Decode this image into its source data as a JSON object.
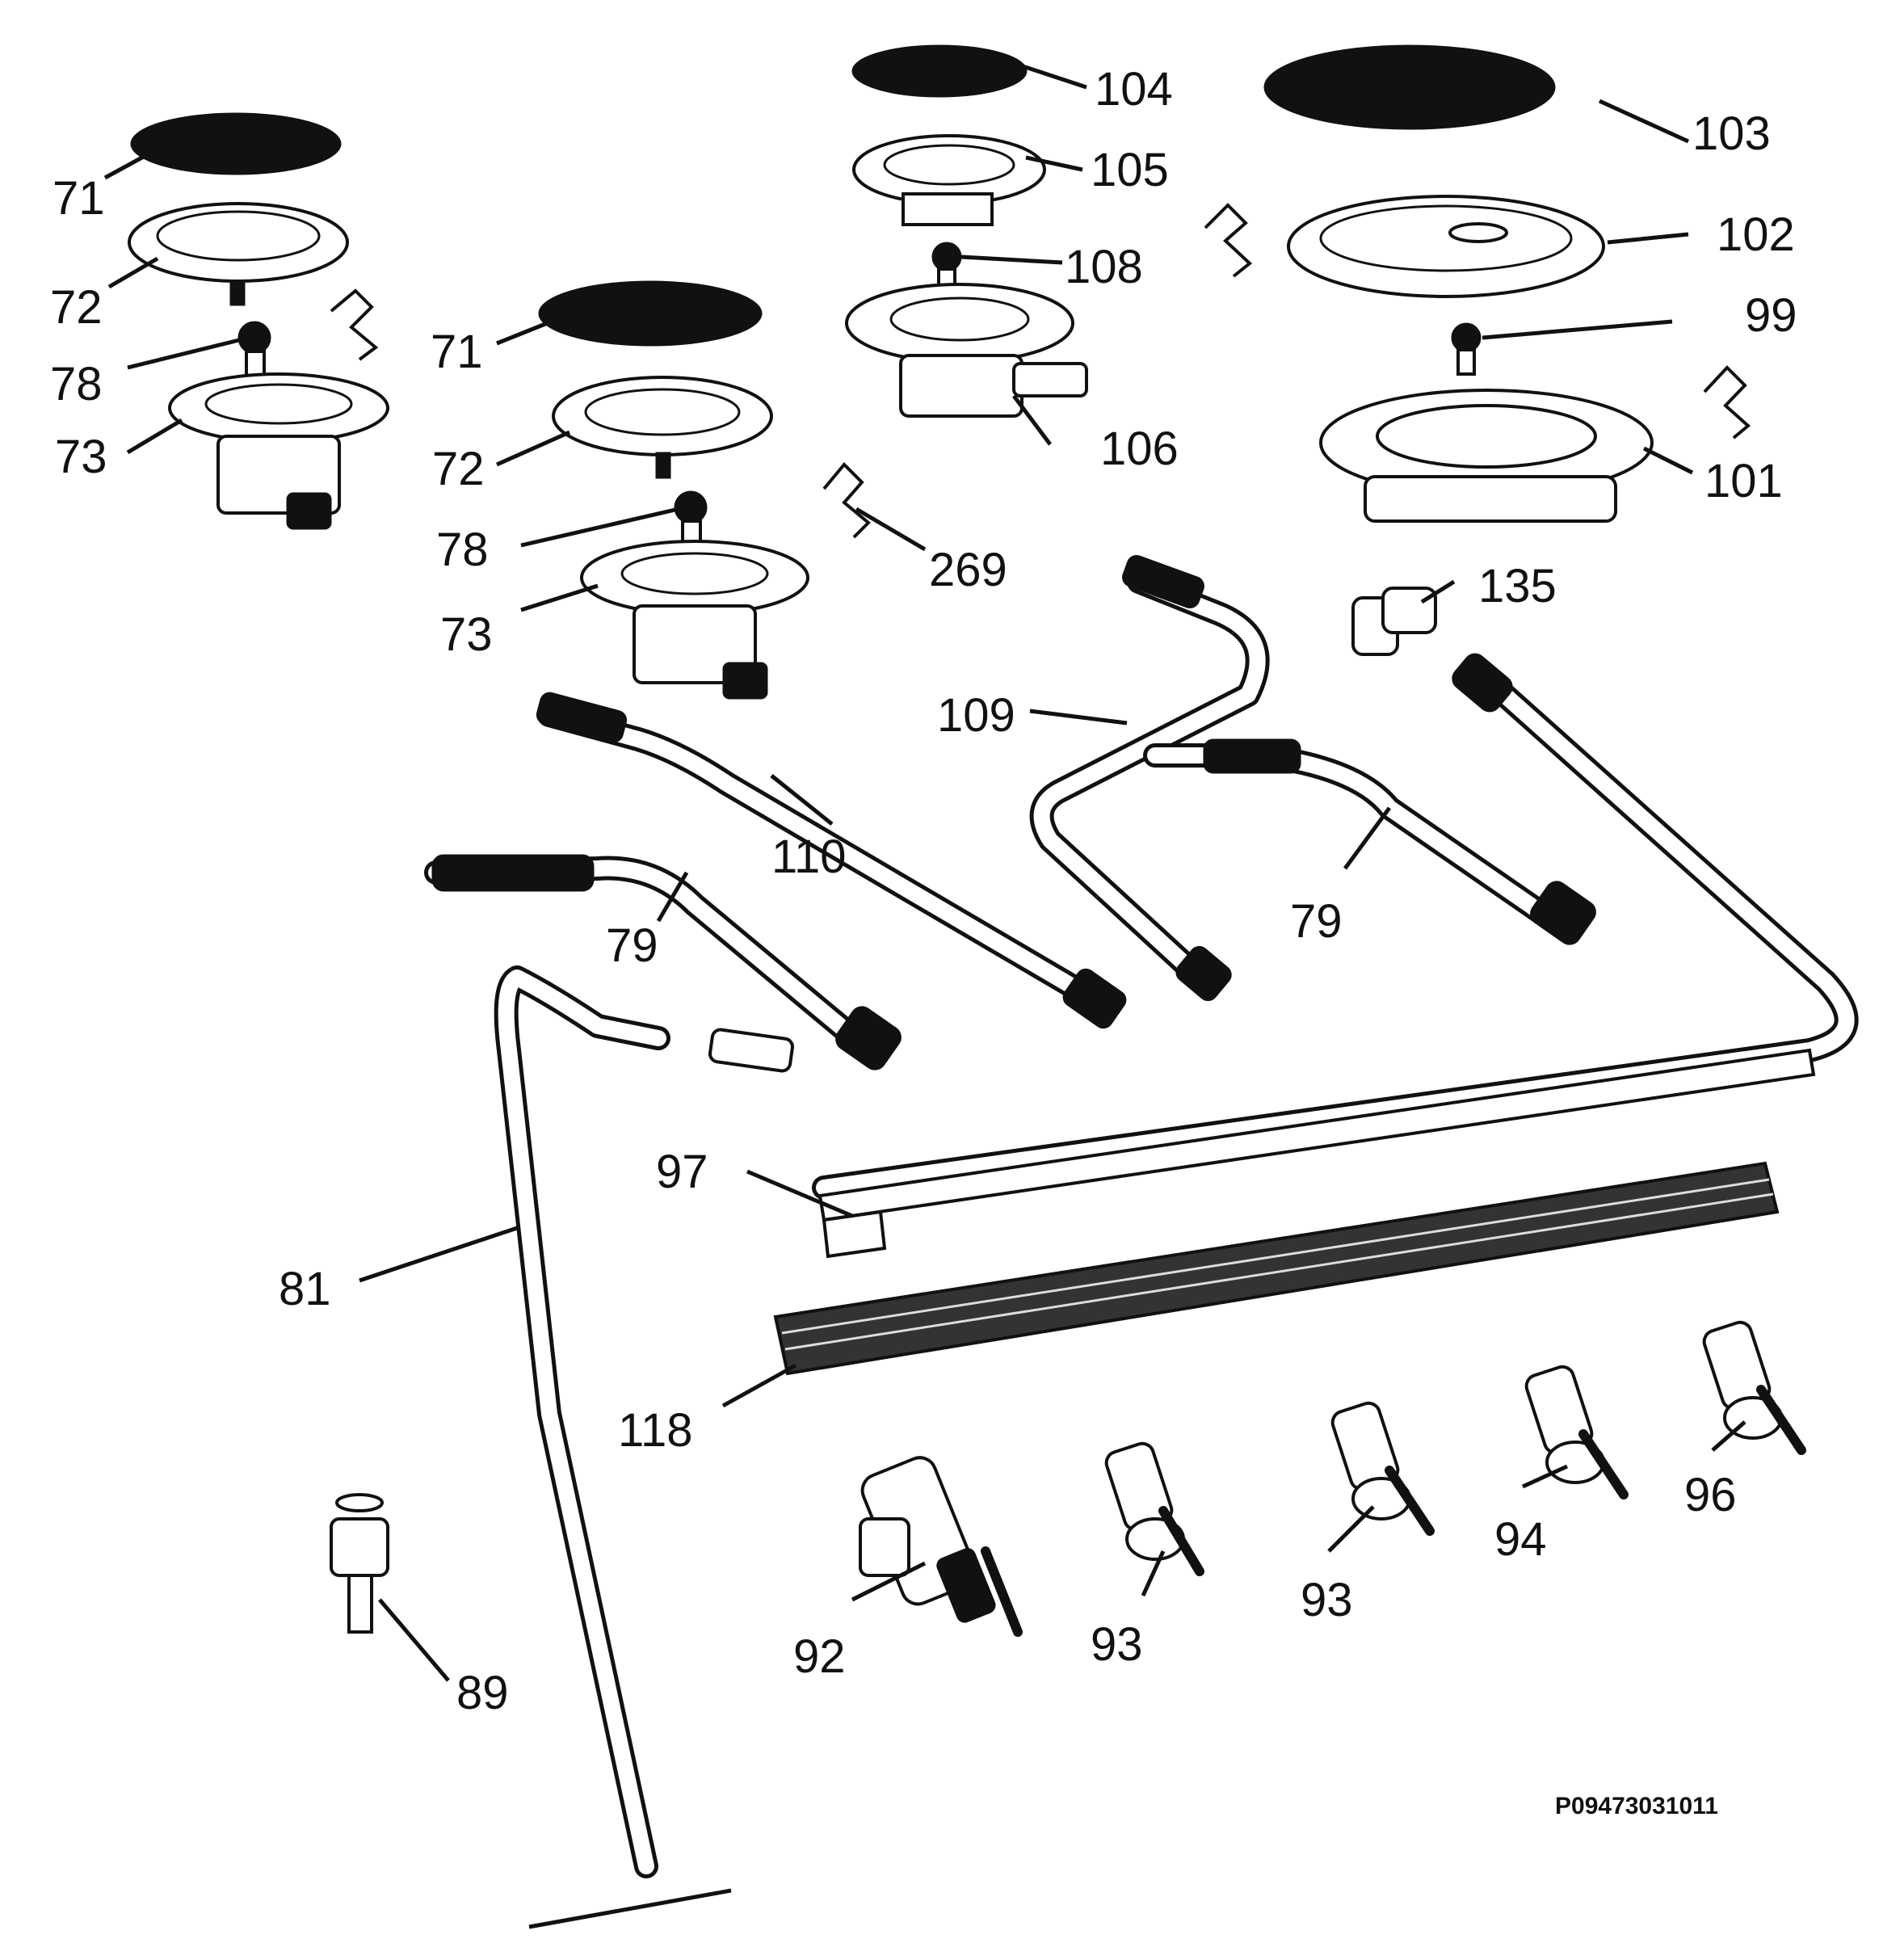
{
  "diagram": {
    "drawing_code": "P09473031011",
    "part_labels": [
      "71",
      "72",
      "78",
      "73",
      "71",
      "72",
      "78",
      "73",
      "269",
      "104",
      "105",
      "108",
      "106",
      "103",
      "102",
      "99",
      "101",
      "135",
      "109",
      "110",
      "79",
      "79",
      "81",
      "97",
      "118",
      "89",
      "92",
      "93",
      "93",
      "94",
      "96"
    ]
  }
}
